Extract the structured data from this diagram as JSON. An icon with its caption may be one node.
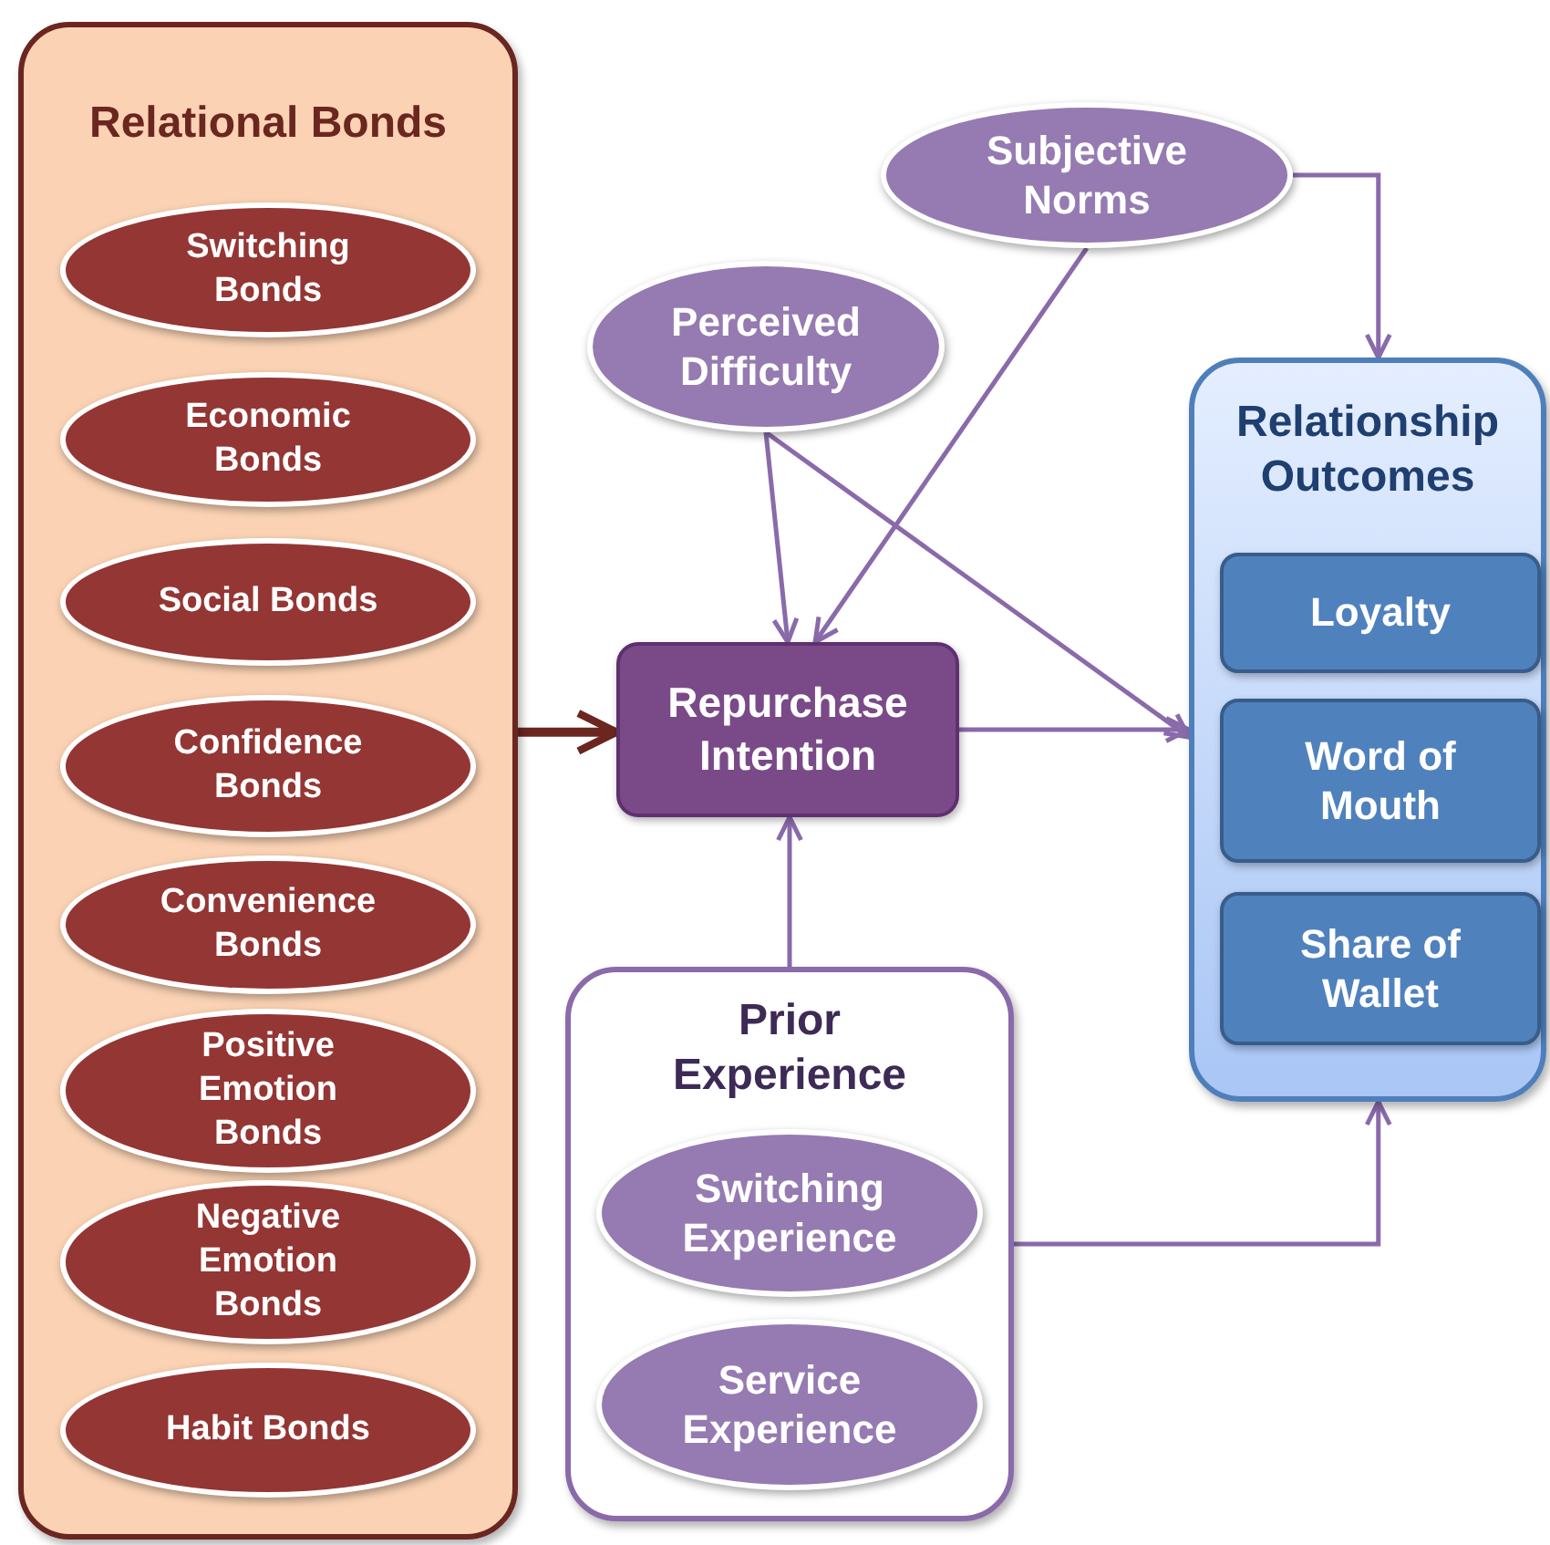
{
  "diagram": {
    "nodes": [
      {
        "text": [
          "Relational Bonds"
        ]
      },
      {
        "text": [
          "Switching Bonds"
        ],
        "in": 0
      },
      {
        "text": [
          "Economic Bonds"
        ],
        "in": 0
      },
      {
        "text": [
          "Social Bonds"
        ],
        "in": 0
      },
      {
        "text": [
          "Confidence Bonds"
        ],
        "in": 0
      },
      {
        "text": [
          "Convenience Bonds"
        ],
        "in": 0
      },
      {
        "text": [
          "Positive Emotion Bonds"
        ],
        "in": 0
      },
      {
        "text": [
          "Negative Emotion Bonds"
        ],
        "in": 0
      },
      {
        "text": [
          "Habit Bonds"
        ],
        "in": 0
      },
      {
        "text": [
          "Subjective Norms"
        ]
      },
      {
        "text": [
          "Perceived Difficulty"
        ]
      },
      {
        "text": [
          "Repurchase Intention"
        ]
      },
      {
        "text": [
          "Relationship Outcomes"
        ]
      },
      {
        "text": [
          "Loyalty"
        ],
        "in": 12
      },
      {
        "text": [
          "Word of Mouth"
        ],
        "in": 12
      },
      {
        "text": [
          "Share of Wallet"
        ],
        "in": 12
      },
      {
        "text": [
          "Prior Experience"
        ]
      },
      {
        "text": [
          "Switching Experience"
        ],
        "in": 16
      },
      {
        "text": [
          "Service Experience"
        ],
        "in": 16
      }
    ],
    "edges": [
      {
        "from": 0,
        "to": 11,
        "arrow": "to",
        "style": "thick",
        "color": "#6b2620"
      },
      {
        "from": 9,
        "to": 12,
        "arrow": "to"
      },
      {
        "from": 9,
        "to": 11,
        "arrow": "to"
      },
      {
        "from": 10,
        "to": 11,
        "arrow": "to"
      },
      {
        "from": 10,
        "to": 12,
        "arrow": "to"
      },
      {
        "from": 11,
        "to": 12,
        "arrow": "to"
      },
      {
        "from": 16,
        "to": 11,
        "arrow": "to"
      },
      {
        "from": 16,
        "to": 12,
        "arrow": "to"
      }
    ]
  }
}
